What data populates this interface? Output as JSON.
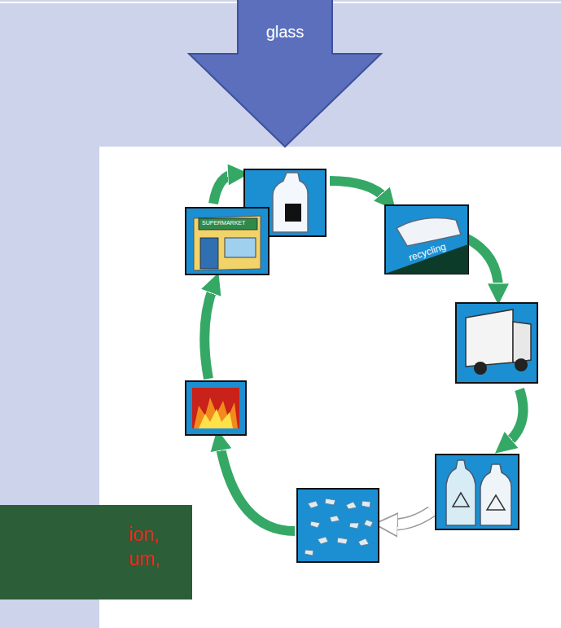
{
  "diagram": {
    "nodes": [
      {
        "text": [
          "glass"
        ]
      },
      {
        "text": [
          "ion, um,"
        ]
      }
    ],
    "labels": [
      "recycling",
      "SUPERMARKET"
    ]
  }
}
